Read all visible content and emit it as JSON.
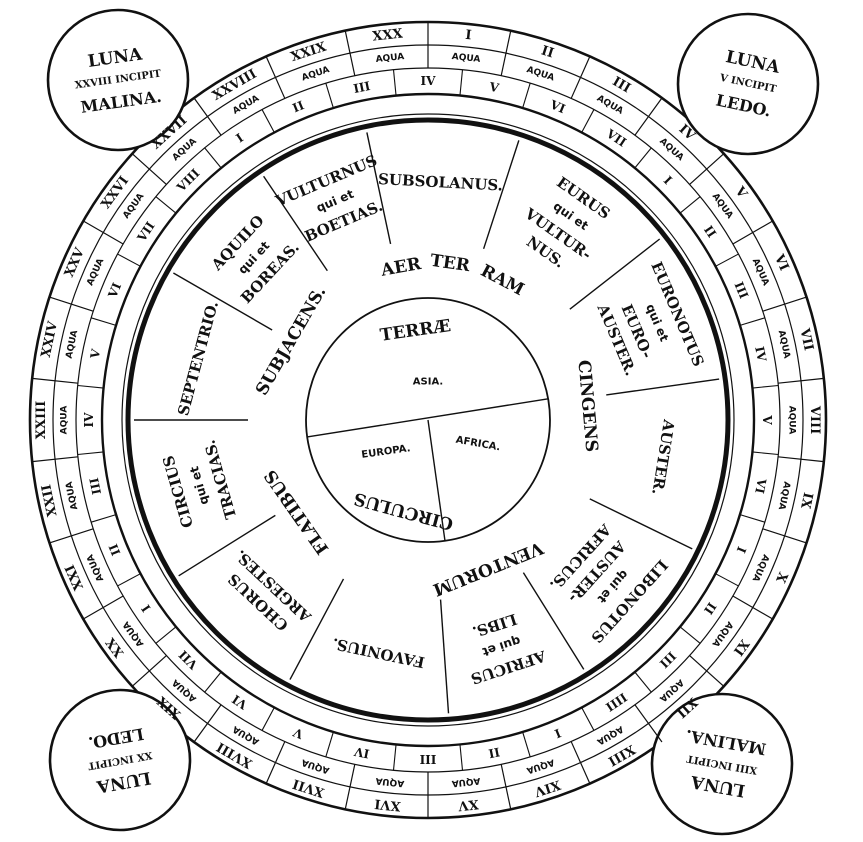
{
  "corners": [
    {
      "id": "tl",
      "lines": [
        "LUNA",
        "XXVIII INCIPIT",
        "MALINA."
      ]
    },
    {
      "id": "tr",
      "lines": [
        "LUNA",
        "V INCIPIT",
        "LEDO."
      ]
    },
    {
      "id": "bl",
      "lines": [
        "LUNA",
        "XX INCIPIT",
        "LEDO."
      ]
    },
    {
      "id": "br",
      "lines": [
        "LUNA",
        "XIII INCIPIT",
        "MALINA."
      ]
    }
  ],
  "outer_numerals": [
    "I",
    "II",
    "III",
    "IV",
    "V",
    "VI",
    "VII",
    "VIII",
    "IX",
    "X",
    "XI",
    "XII",
    "XIII",
    "XIV",
    "XV",
    "XVI",
    "XVII",
    "XVIII",
    "XIX",
    "XX",
    "XXI",
    "XXII",
    "XXIII",
    "XXIV",
    "XXV",
    "XXVI",
    "XXVII",
    "XXVIII",
    "XXIX",
    "XXX"
  ],
  "aqua_label": "AQUA",
  "inner_numerals": [
    "IV",
    "V",
    "VI",
    "VII",
    "I",
    "II",
    "III",
    "IV",
    "V",
    "VI",
    "I",
    "II",
    "III",
    "IIII",
    "I",
    "II",
    "III",
    "IV",
    "V",
    "VI",
    "VII",
    "I",
    "II",
    "III",
    "IV",
    "V",
    "VI",
    "VII",
    "VIII",
    "I",
    "II",
    "III"
  ],
  "winds": [
    {
      "id": "subsolanus",
      "lines": [
        "SUBSOLANUS."
      ]
    },
    {
      "id": "eurus",
      "lines": [
        "EURUS",
        "qui et",
        "VULTUR-",
        "NUS."
      ]
    },
    {
      "id": "euronotus",
      "lines": [
        "EURONOTUS",
        "qui et",
        "EURO-",
        "AUSTER."
      ]
    },
    {
      "id": "auster",
      "lines": [
        "AUSTER."
      ]
    },
    {
      "id": "libonotus",
      "lines": [
        "LIBONOTUS",
        "qui et",
        "AUSTER-",
        "AFRICUS."
      ]
    },
    {
      "id": "africus",
      "lines": [
        "AFRICUS",
        "qui et",
        "LIBS."
      ]
    },
    {
      "id": "favonius",
      "lines": [
        "FAVONIUS."
      ]
    },
    {
      "id": "chorus",
      "lines": [
        "CHORUS",
        "ARGESTES."
      ]
    },
    {
      "id": "circius",
      "lines": [
        "CIRCIUS",
        "qui et",
        "TRACIAS."
      ]
    },
    {
      "id": "septentrio",
      "lines": [
        "SEPTENTRIO."
      ]
    },
    {
      "id": "aquilo",
      "lines": [
        "AQUILO",
        "qui et",
        "BOREAS."
      ]
    },
    {
      "id": "vulturnus",
      "lines": [
        "VULTURNUS",
        "qui et",
        "BOETIAS."
      ]
    }
  ],
  "ring_inscriptions": [
    {
      "id": "aer",
      "text": "AER"
    },
    {
      "id": "ter",
      "text": "TER"
    },
    {
      "id": "ram",
      "text": "RAM"
    },
    {
      "id": "cingens",
      "text": "CINGENS"
    },
    {
      "id": "ventorum",
      "text": "VENTORUM"
    },
    {
      "id": "flatibus",
      "text": "FLATIBUS"
    },
    {
      "id": "subjacens",
      "text": "SUBJACENS."
    }
  ],
  "terrae": "TERRÆ",
  "circulus": "CIRCULUS",
  "continents": [
    {
      "id": "asia",
      "text": "ASIA."
    },
    {
      "id": "europa",
      "text": "EUROPA."
    },
    {
      "id": "africa",
      "text": "AFRICA."
    }
  ]
}
